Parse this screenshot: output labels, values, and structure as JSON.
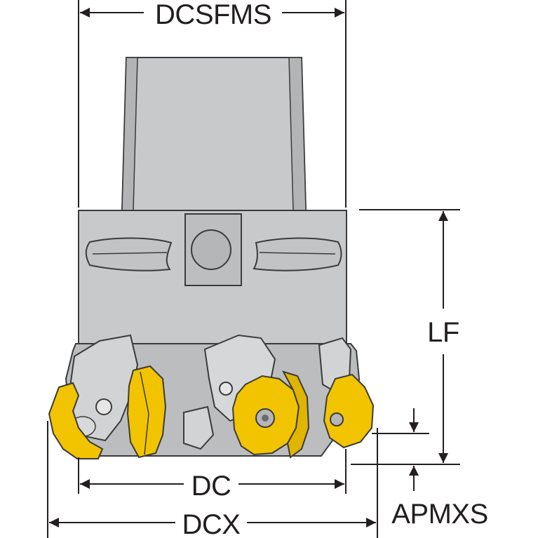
{
  "figure": {
    "dimensions": {
      "dcsfms": "DCSFMS",
      "lf": "LF",
      "dc": "DC",
      "dcx": "DCX",
      "apmxs": "APMXS"
    },
    "colors": {
      "body": "#c8c9ca",
      "body_shade": "#b7b8b9",
      "outline": "#3b3b3b",
      "insert": "#f2c400",
      "insert_dark": "#caa000",
      "chip": "#d6d7d8",
      "line": "#231f20"
    }
  }
}
